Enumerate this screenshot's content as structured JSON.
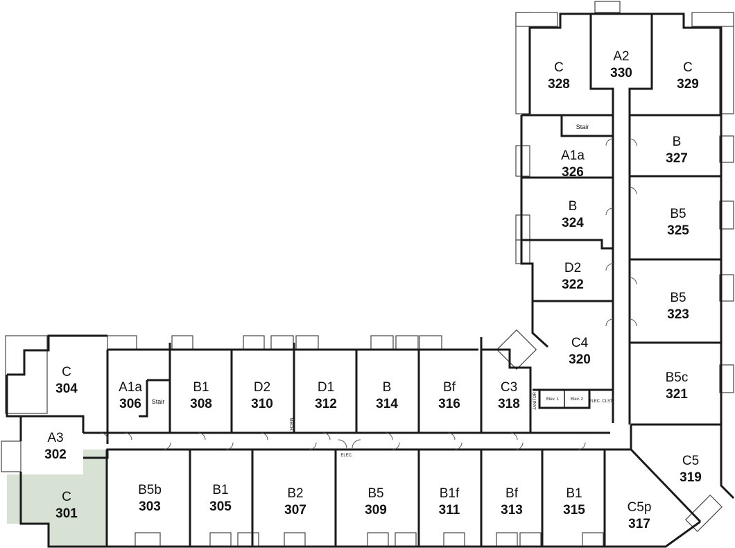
{
  "highlight_color": "#d7e2d5",
  "units": [
    {
      "type": "C",
      "number": "301",
      "highlighted": true
    },
    {
      "type": "A3",
      "number": "302"
    },
    {
      "type": "B5b",
      "number": "303"
    },
    {
      "type": "C",
      "number": "304"
    },
    {
      "type": "B1",
      "number": "305"
    },
    {
      "type": "A1a",
      "number": "306"
    },
    {
      "type": "B2",
      "number": "307"
    },
    {
      "type": "B1",
      "number": "308"
    },
    {
      "type": "B5",
      "number": "309"
    },
    {
      "type": "D2",
      "number": "310"
    },
    {
      "type": "B1f",
      "number": "311"
    },
    {
      "type": "D1",
      "number": "312"
    },
    {
      "type": "Bf",
      "number": "313"
    },
    {
      "type": "B",
      "number": "314"
    },
    {
      "type": "B1",
      "number": "315"
    },
    {
      "type": "Bf",
      "number": "316"
    },
    {
      "type": "C5p",
      "number": "317"
    },
    {
      "type": "C3",
      "number": "318"
    },
    {
      "type": "C5",
      "number": "319"
    },
    {
      "type": "C4",
      "number": "320"
    },
    {
      "type": "B5c",
      "number": "321"
    },
    {
      "type": "D2",
      "number": "322"
    },
    {
      "type": "B5",
      "number": "323"
    },
    {
      "type": "B",
      "number": "324"
    },
    {
      "type": "B5",
      "number": "325"
    },
    {
      "type": "A1a",
      "number": "326"
    },
    {
      "type": "B",
      "number": "327"
    },
    {
      "type": "C",
      "number": "328"
    },
    {
      "type": "C",
      "number": "329"
    },
    {
      "type": "A2",
      "number": "330"
    }
  ],
  "service_labels": {
    "stair_west": "Stair",
    "stair_north": "Stair",
    "elev1": "Elev. 1",
    "elev2": "Elev. 2",
    "elec_clst": "ELEC. CLST.",
    "elec": "ELEC.",
    "mech": "MECH.",
    "janitor": "JANITOR"
  }
}
